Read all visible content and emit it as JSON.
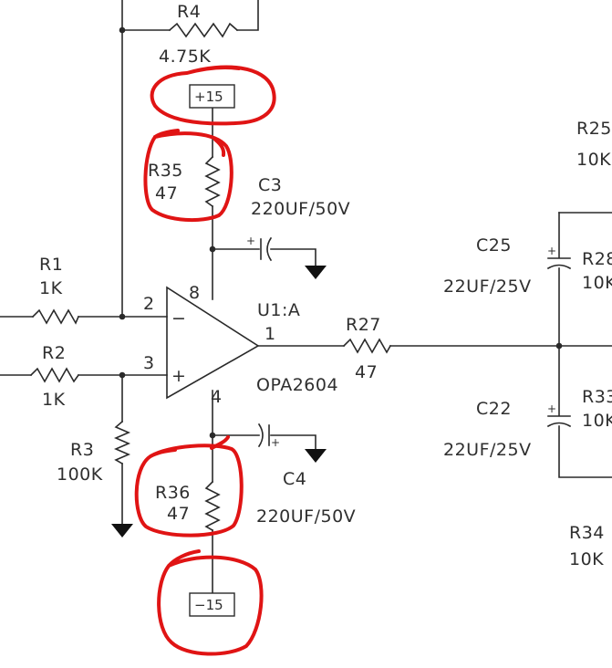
{
  "components": {
    "r4": {
      "ref": "R4",
      "value": "4.75K"
    },
    "r35": {
      "ref": "R35",
      "value": "47"
    },
    "r36": {
      "ref": "R36",
      "value": "47"
    },
    "r1": {
      "ref": "R1",
      "value": "1K"
    },
    "r2": {
      "ref": "R2",
      "value": "1K"
    },
    "r3": {
      "ref": "R3",
      "value": "100K"
    },
    "r27": {
      "ref": "R27",
      "value": "47"
    },
    "r25": {
      "ref": "R25",
      "value": "10K"
    },
    "r28": {
      "ref": "R28",
      "value": "10K"
    },
    "r33": {
      "ref": "R33",
      "value": "10K"
    },
    "r34": {
      "ref": "R34",
      "value": "10K"
    },
    "c3": {
      "ref": "C3",
      "value": "220UF/50V"
    },
    "c4": {
      "ref": "C4",
      "value": "220UF/50V"
    },
    "c25": {
      "ref": "C25",
      "value": "22UF/25V"
    },
    "c22": {
      "ref": "C22",
      "value": "22UF/25V"
    },
    "u1": {
      "ref": "U1:A",
      "part": "OPA2604"
    }
  },
  "pins": {
    "inv": "2",
    "noninv": "3",
    "out": "1",
    "vplus": "8",
    "vminus": "4"
  },
  "opamp_signs": {
    "minus": "−",
    "plus": "+"
  },
  "cap_polarity": {
    "plus": "+"
  },
  "rails": {
    "positive": "+15",
    "negative": "−15"
  },
  "highlight_color": "#e01414"
}
